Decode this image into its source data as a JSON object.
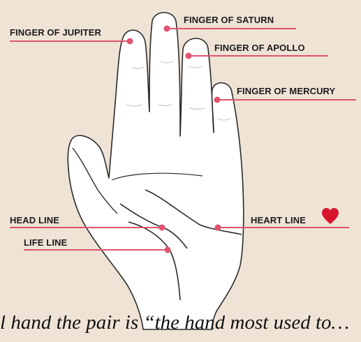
{
  "colors": {
    "background": "#efe3d6",
    "marker": "#e0526e",
    "heart": "#d8142c",
    "hand_fill": "#ffffff",
    "hand_stroke": "#2a2a2a"
  },
  "labels": {
    "jupiter": "FINGER OF JUPITER",
    "saturn": "FINGER OF SATURN",
    "apollo": "FINGER OF APOLLO",
    "mercury": "FINGER OF MERCURY",
    "head_line": "HEAD LINE",
    "life_line": "LIFE LINE",
    "heart_line": "HEART LINE"
  },
  "icons": {
    "heart": "heart-icon"
  },
  "caption": "ll hand the pair is “the hand most used to…"
}
